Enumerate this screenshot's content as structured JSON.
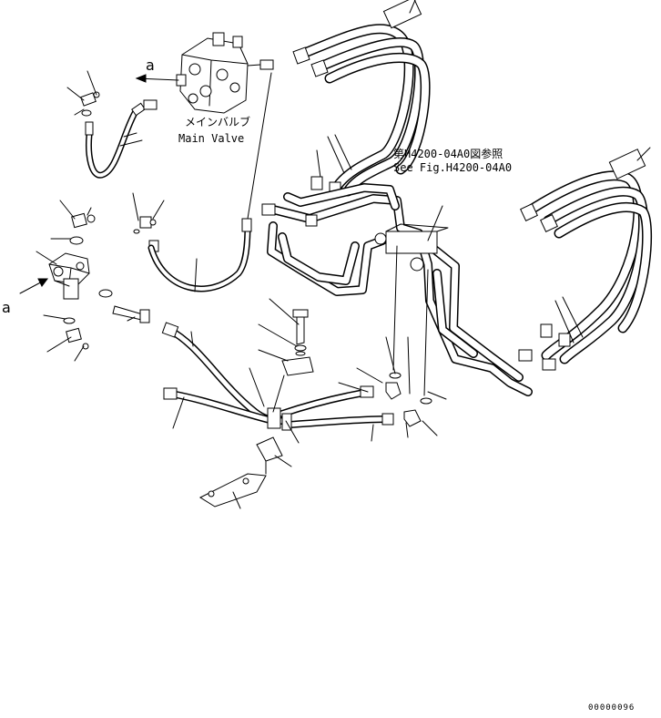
{
  "labels": {
    "main_valve_jp": "メインバルブ",
    "main_valve_en": "Main Valve",
    "see_fig_jp": "第H4200-04A0図参照",
    "see_fig_en": "See Fig.H4200-04A0",
    "ref_a_top": "a",
    "ref_a_left": "a",
    "drawing_code": "00000096"
  }
}
